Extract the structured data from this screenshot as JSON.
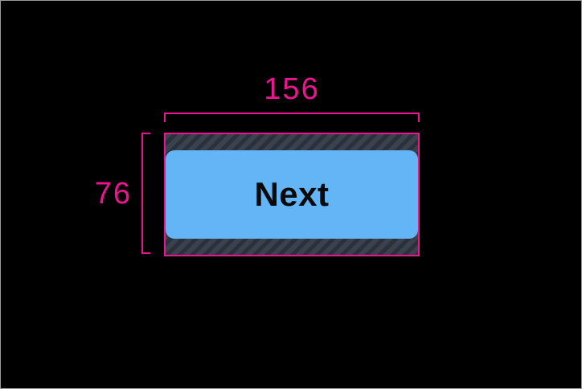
{
  "colors": {
    "canvas-bg": "#000000",
    "frame-border": "#9c9c9c",
    "accent": "#ea158f",
    "button-fill": "#64b5f6",
    "button-text": "#0a0a0a",
    "hatch-base": "#3a4250",
    "hatch-stripe": "#2b303b"
  },
  "measurement_overlay": {
    "width_label": "156",
    "height_label": "76"
  },
  "button": {
    "label": "Next"
  }
}
